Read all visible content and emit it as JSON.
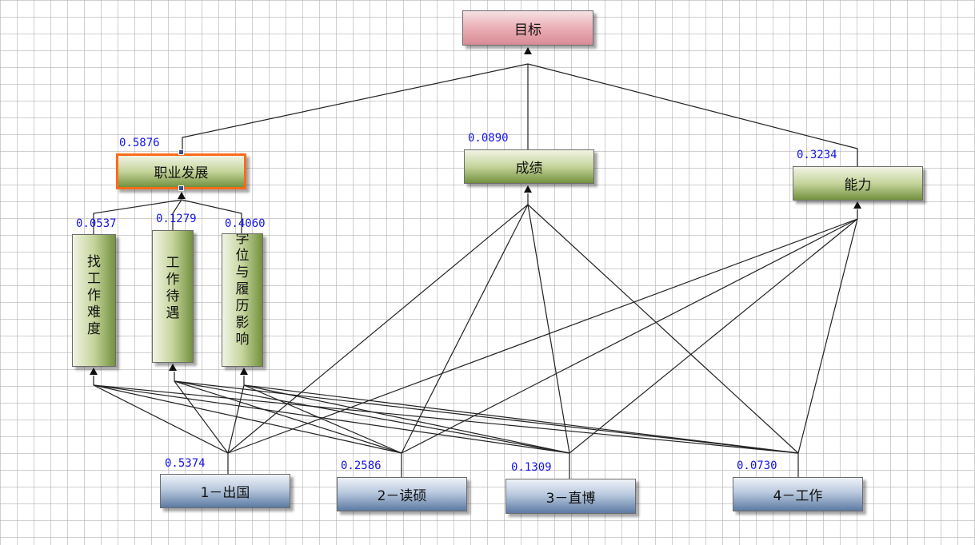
{
  "goal": {
    "label": "目标"
  },
  "criteria": [
    {
      "label": "职业发展",
      "weight": "0.5876"
    },
    {
      "label": "成绩",
      "weight": "0.0890"
    },
    {
      "label": "能力",
      "weight": "0.3234"
    }
  ],
  "subcriteria": [
    {
      "label": "找工作难度",
      "weight": "0.0537"
    },
    {
      "label": "工作待遇",
      "weight": "0.1279"
    },
    {
      "label": "学位与履历影响",
      "weight": "0.4060"
    }
  ],
  "alternatives": [
    {
      "label": "1－出国",
      "weight": "0.5374"
    },
    {
      "label": "2－读硕",
      "weight": "0.2586"
    },
    {
      "label": "3－直博",
      "weight": "0.1309"
    },
    {
      "label": "4－工作",
      "weight": "0.0730"
    }
  ]
}
